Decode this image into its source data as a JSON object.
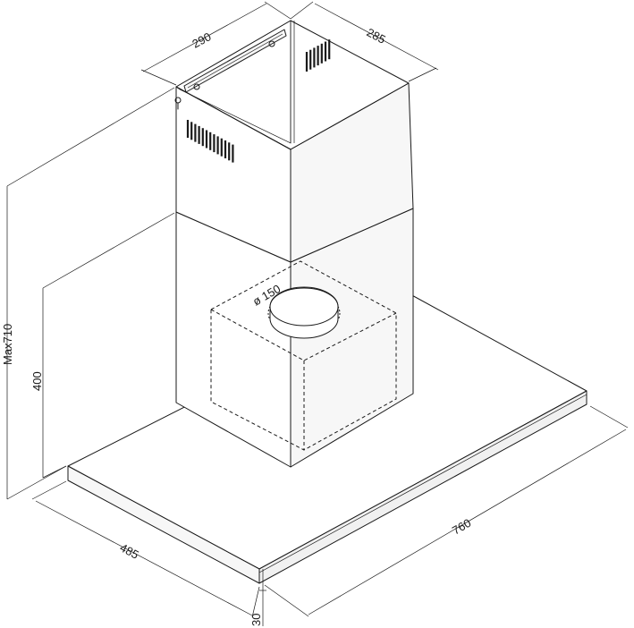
{
  "dimensions": {
    "chimney_width": "290",
    "chimney_depth": "285",
    "max_height": "Max710",
    "lower_height": "400",
    "duct_diameter": "ø 150",
    "hood_width": "760",
    "hood_depth": "485",
    "hood_thickness": "30"
  },
  "colors": {
    "line": "#1a1a1a",
    "background": "#ffffff"
  }
}
